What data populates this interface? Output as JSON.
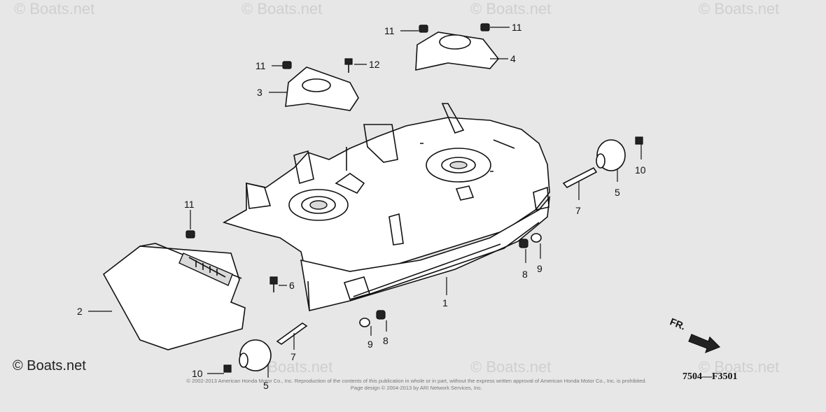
{
  "watermark": {
    "text": "© Boats.net",
    "main": "© Boats.net"
  },
  "diagram": {
    "code": "7504—F3501",
    "front_label": "FR.",
    "copyright_line1": "© 2002-2013 American Honda Motor Co., Inc. Reproduction of the contents of this publication in whole or in part, without the express written approval of American Honda Motor Co., Inc. is prohibited.",
    "copyright_line2": "Page design © 2004-2013 by ARI Network Services, Inc.",
    "callouts": [
      "11",
      "11",
      "11",
      "11",
      "12",
      "3",
      "4",
      "1",
      "2",
      "5",
      "5",
      "6",
      "7",
      "7",
      "8",
      "8",
      "9",
      "9",
      "10",
      "10",
      "11"
    ]
  }
}
